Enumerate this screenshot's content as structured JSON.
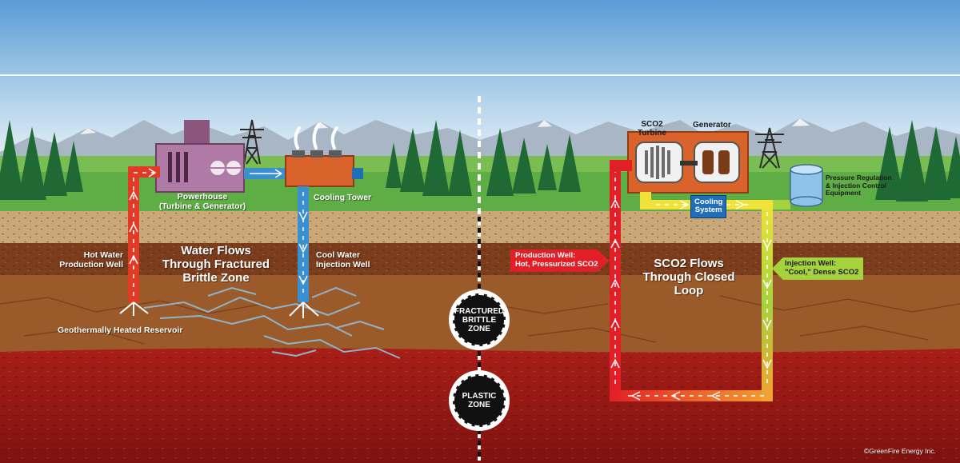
{
  "colors": {
    "sky_top": "#5a9bd5",
    "sky_bottom": "#d8e9f3",
    "grass": "#5fae45",
    "soil_top": "#c9a777",
    "soil_brown": "#7c3d1c",
    "soil_mid": "#9b5a2a",
    "mantle": "#b8221c",
    "hot_pipe": "#e23a24",
    "cool_pipe": "#3a8fd0",
    "sco2_hot": "#e21f26",
    "sco2_cool": "#a6d33d",
    "powerhouse": "#b07aa6",
    "cooling_tower": "#d9632a",
    "turbine_housing": "#d9632a"
  },
  "left": {
    "powerhouse": "Powerhouse\n(Turbine & Generator)",
    "cooling_tower": "Cooling Tower",
    "hot_well": "Hot Water\nProduction Well",
    "cool_well": "Cool Water\nInjection Well",
    "flow_title": "Water Flows\nThrough Fractured\nBrittle Zone",
    "reservoir": "Geothermally Heated Reservoir"
  },
  "right": {
    "turbine": "SCO2\nTurbine",
    "generator": "Generator",
    "cooling_system": "Cooling\nSystem",
    "pressure_regulation": "Pressure Regulation\n& Injection Control\nEquipment",
    "production_well": "Production Well:\nHot, Pressurized SCO2",
    "injection_well": "Injection Well:\n\"Cool,\" Dense SCO2",
    "flow_title": "SCO2 Flows\nThrough Closed\nLoop"
  },
  "zones": {
    "fractured": "FRACTURED\nBRITTLE\nZONE",
    "plastic": "PLASTIC\nZONE"
  },
  "copyright": "©GreenFire Energy Inc."
}
